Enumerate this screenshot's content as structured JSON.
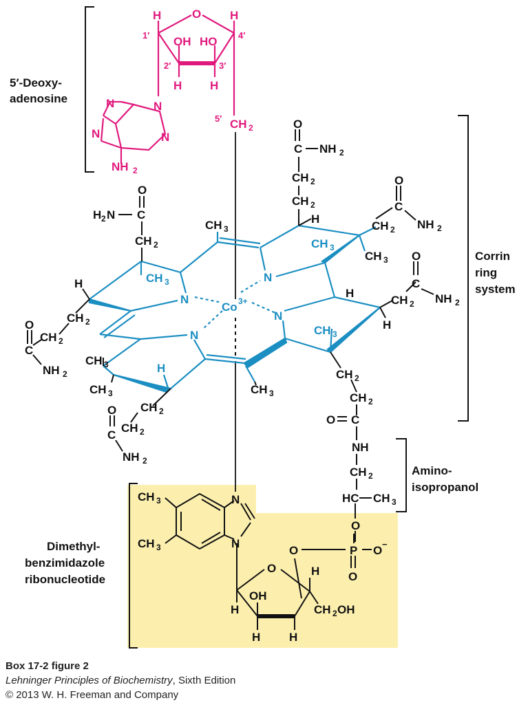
{
  "colors": {
    "magenta": "#e0197d",
    "blue": "#1b8ec2",
    "black": "#111111",
    "highlight": "#fcefae"
  },
  "labels": {
    "deoxyadenosine_1": "5′-Deoxy-",
    "deoxyadenosine_2": "adenosine",
    "corrin_1": "Corrin",
    "corrin_2": "ring",
    "corrin_3": "system",
    "amino_1": "Amino-",
    "amino_2": "isopropanol",
    "dmb_1": "Dimethyl-",
    "dmb_2": "benzimidazole",
    "dmb_3": "ribonucleotide"
  },
  "atoms": {
    "O": "O",
    "H": "H",
    "N": "N",
    "C": "C",
    "P": "P",
    "OH": "OH",
    "HO": "HO",
    "NH2": "NH",
    "H2N": "H",
    "CH2": "CH",
    "CH3": "CH",
    "HC": "HC",
    "NH": "NH",
    "CH2OH": "CH",
    "OH_tail": "OH",
    "Co": "Co",
    "Co_charge": "3+",
    "sub2": "2",
    "sub3": "3",
    "O_minus": "O",
    "minus": "−",
    "p1": "1′",
    "p2": "2′",
    "p3": "3′",
    "p4": "4′",
    "p5": "5′"
  },
  "credits": {
    "figure": "Box 17-2 figure 2",
    "book": "Lehninger Principles of Biochemistry",
    "edition": ", Sixth Edition",
    "copyright": "© 2013 W. H. Freeman and Company"
  }
}
